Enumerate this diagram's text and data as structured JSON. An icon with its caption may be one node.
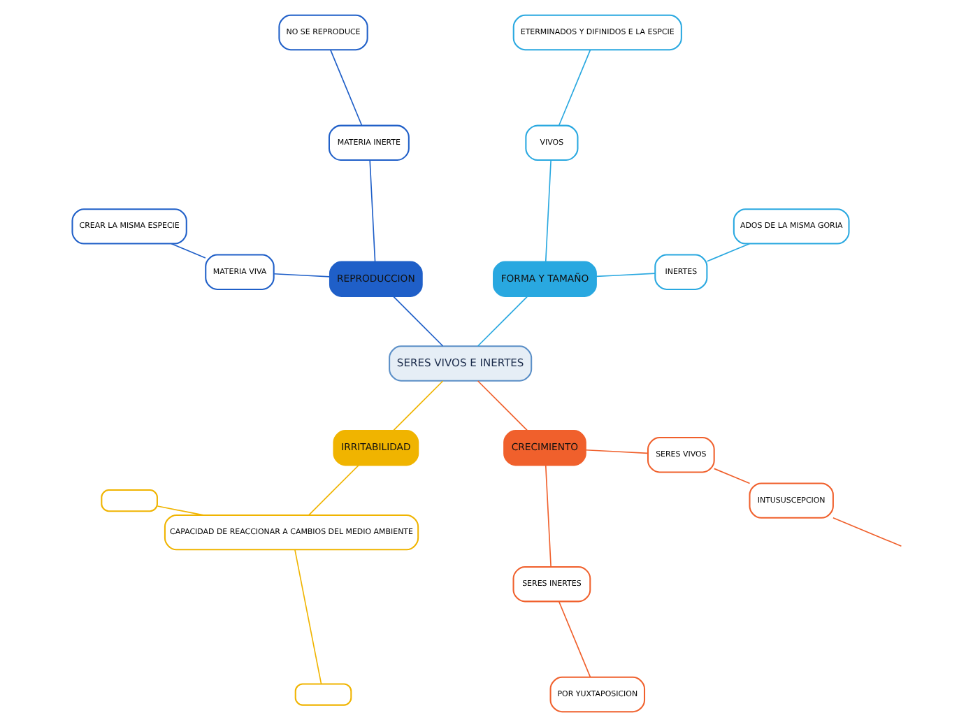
{
  "diagram": {
    "nodes": [
      {
        "text": [
          "SERES VIVOS E INERTES"
        ]
      },
      {
        "text": [
          "FORMA Y TAMAÑO"
        ]
      },
      {
        "text": [
          "INERTES"
        ]
      },
      {
        "text": [
          "ADOS DE LA MISMA GORIA"
        ]
      },
      {
        "text": [
          "VIVOS"
        ]
      },
      {
        "text": [
          "ETERMINADOS Y DIFINIDOS E LA ESPCIE"
        ]
      },
      {
        "text": [
          "REPRODUCCION"
        ]
      },
      {
        "text": [
          "MATERIA INERTE"
        ]
      },
      {
        "text": [
          "NO SE REPRODUCE"
        ]
      },
      {
        "text": [
          "MATERIA VIVA"
        ]
      },
      {
        "text": [
          "CREAR LA MISMA ESPECIE"
        ]
      },
      {
        "text": [
          "IRRITABILIDAD"
        ]
      },
      {
        "text": [
          "CAPACIDAD DE REACCIONAR A CAMBIOS DEL MEDIO AMBIENTE"
        ]
      },
      {
        "text": [],
        "shape": "box"
      },
      {
        "text": [],
        "shape": "box"
      },
      {
        "text": [
          "CRECIMIENTO"
        ]
      },
      {
        "text": [
          "SERES INERTES"
        ]
      },
      {
        "text": [
          "POR YUXTAPOSICION"
        ]
      },
      {
        "text": [
          "SERES VIVOS"
        ]
      },
      {
        "text": [
          "INTUSUSCEPCION"
        ]
      }
    ],
    "edges": [
      {
        "from": 0,
        "to": 1,
        "arrow": "none",
        "color": "#29a8e0"
      },
      {
        "from": 1,
        "to": 2,
        "arrow": "none",
        "color": "#29a8e0"
      },
      {
        "from": 2,
        "to": 3,
        "arrow": "none",
        "color": "#29a8e0"
      },
      {
        "from": 1,
        "to": 4,
        "arrow": "none",
        "color": "#29a8e0"
      },
      {
        "from": 4,
        "to": 5,
        "arrow": "none",
        "color": "#29a8e0"
      },
      {
        "from": 0,
        "to": 6,
        "arrow": "none",
        "color": "#1f5fc8"
      },
      {
        "from": 6,
        "to": 7,
        "arrow": "none",
        "color": "#1f5fc8"
      },
      {
        "from": 7,
        "to": 8,
        "arrow": "none",
        "color": "#1f5fc8"
      },
      {
        "from": 6,
        "to": 9,
        "arrow": "none",
        "color": "#1f5fc8"
      },
      {
        "from": 9,
        "to": 10,
        "arrow": "none",
        "color": "#1f5fc8"
      },
      {
        "from": 0,
        "to": 11,
        "arrow": "none",
        "color": "#f0b400"
      },
      {
        "from": 11,
        "to": 12,
        "arrow": "none",
        "color": "#f0b400"
      },
      {
        "from": 12,
        "to": 13,
        "arrow": "none",
        "color": "#f0b400"
      },
      {
        "from": 12,
        "to": 14,
        "arrow": "none",
        "color": "#f0b400"
      },
      {
        "from": 0,
        "to": 15,
        "arrow": "none",
        "color": "#f0602c"
      },
      {
        "from": 15,
        "to": 16,
        "arrow": "none",
        "color": "#f0602c"
      },
      {
        "from": 16,
        "to": 17,
        "arrow": "none",
        "color": "#f0602c"
      },
      {
        "from": 15,
        "to": 18,
        "arrow": "none",
        "color": "#f0602c"
      },
      {
        "from": 18,
        "to": 19,
        "arrow": "none",
        "color": "#f0602c"
      },
      {
        "from": 19,
        "to": null,
        "arrow": "none",
        "color": "#f0602c"
      }
    ]
  }
}
